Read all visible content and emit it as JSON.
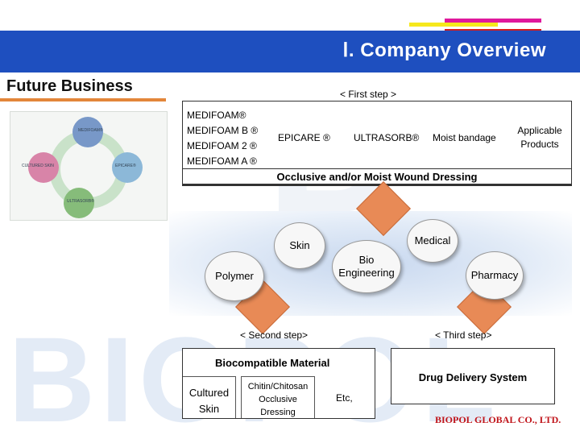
{
  "header": {
    "title": "Ⅰ. Company Overview",
    "colors": {
      "banner": "#1e4fbf",
      "stripe_yellow": "#f6e81c",
      "stripe_magenta": "#e0189c",
      "stripe_red": "#d81c1c"
    }
  },
  "section": {
    "title": "Future Business",
    "underline_color": "#e3863a"
  },
  "thumbnail": {
    "labels": [
      "MEDIFOAM®",
      "EPICARE®",
      "CULTURED SKIN",
      "ULTRASORB®"
    ]
  },
  "first_step": {
    "label": "< First step >",
    "medifoam_lines": [
      "MEDIFOAM®",
      "MEDIFOAM B ®",
      "MEDIFOAM 2 ®",
      "MEDIFOAM A ®"
    ],
    "epicare": "EPICARE ®",
    "ultrasorb": "ULTRASORB®",
    "moist_bandage": "Moist bandage",
    "applicable_line1": "Applicable",
    "applicable_line2": "Products",
    "caption": "Occlusive and/or Moist Wound Dressing"
  },
  "core": {
    "skin": "Skin",
    "polymer": "Polymer",
    "bio_line1": "Bio",
    "bio_line2": "Engineering",
    "medical": "Medical",
    "pharmacy": "Pharmacy",
    "arrow_color": "#e88a56"
  },
  "second_step": {
    "label": "< Second step>",
    "title": "Biocompatible Material",
    "cultured_line1": "Cultured",
    "cultured_line2": "Skin",
    "chitin_line1": "Chitin/Chitosan",
    "chitin_line2": "Occlusive",
    "chitin_line3": "Dressing",
    "etc": "Etc,"
  },
  "third_step": {
    "label": "< Third step>",
    "title": "Drug Delivery System"
  },
  "watermark": {
    "text": "BIOPOL",
    "letter": "P"
  },
  "footer": {
    "company": "BIOPOL GLOBAL CO., LTD.",
    "color": "#c0141a"
  }
}
